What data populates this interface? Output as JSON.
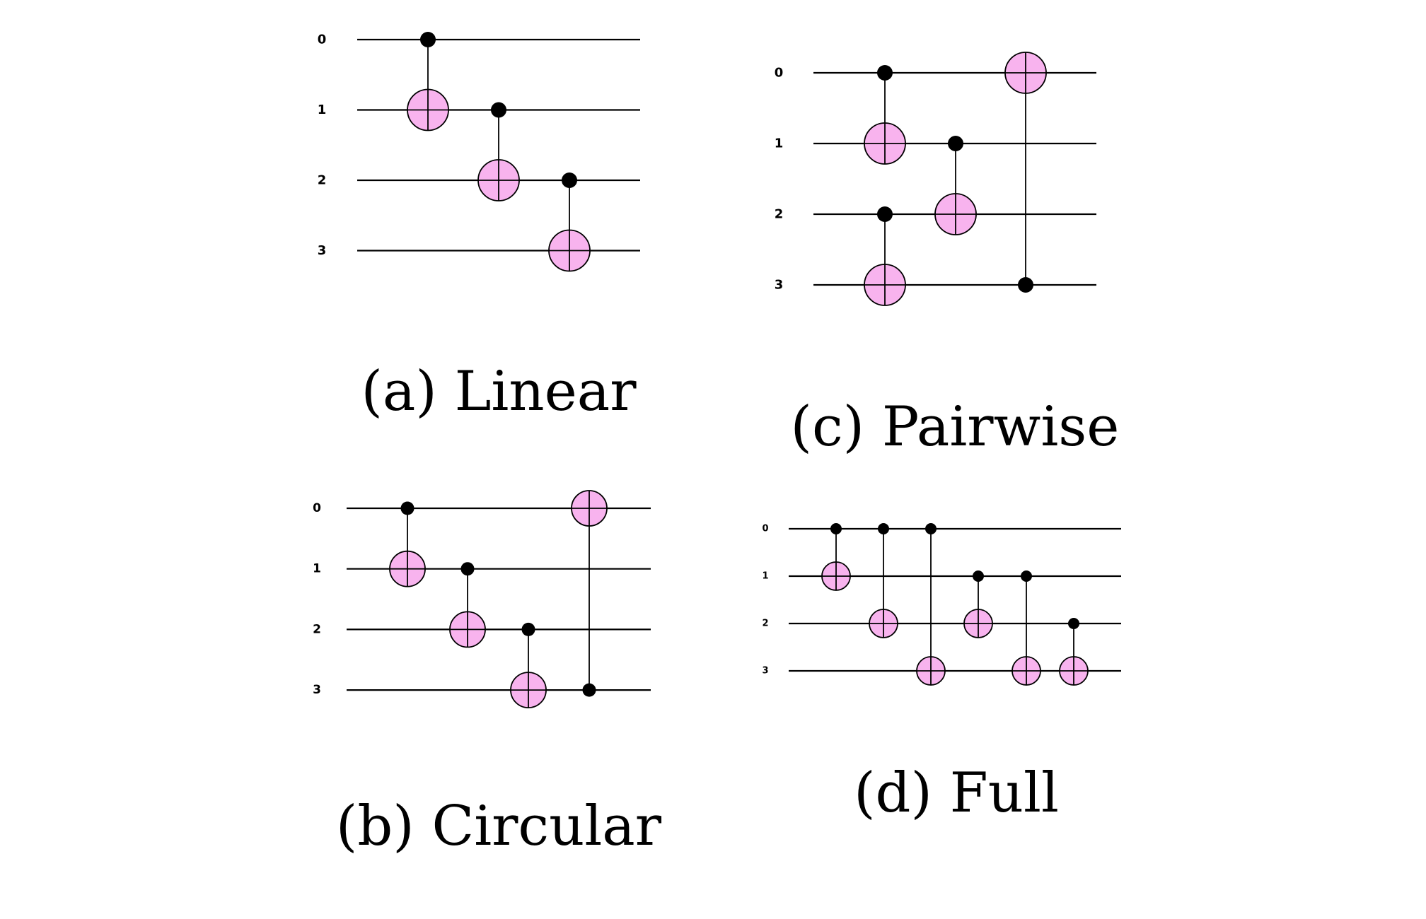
{
  "figure": {
    "target_color": "#f8b3ee",
    "panels": [
      {
        "id": "a",
        "caption": "(a) Linear",
        "qubits": [
          "0",
          "1",
          "2",
          "3"
        ],
        "gates": [
          {
            "control": 0,
            "target": 1
          },
          {
            "control": 1,
            "target": 2
          },
          {
            "control": 2,
            "target": 3
          }
        ]
      },
      {
        "id": "b",
        "caption": "(b) Circular",
        "qubits": [
          "0",
          "1",
          "2",
          "3"
        ],
        "gates": [
          {
            "control": 0,
            "target": 1
          },
          {
            "control": 1,
            "target": 2
          },
          {
            "control": 2,
            "target": 3
          },
          {
            "control": 3,
            "target": 0
          }
        ]
      },
      {
        "id": "c",
        "caption": "(c) Pairwise",
        "qubits": [
          "0",
          "1",
          "2",
          "3"
        ],
        "gates": [
          {
            "control": 0,
            "target": 1
          },
          {
            "control": 2,
            "target": 3
          },
          {
            "control": 1,
            "target": 2
          },
          {
            "control": 3,
            "target": 0
          }
        ]
      },
      {
        "id": "d",
        "caption": "(d) Full",
        "qubits": [
          "0",
          "1",
          "2",
          "3"
        ],
        "gates": [
          {
            "control": 0,
            "target": 1
          },
          {
            "control": 0,
            "target": 2
          },
          {
            "control": 0,
            "target": 3
          },
          {
            "control": 1,
            "target": 2
          },
          {
            "control": 1,
            "target": 3
          },
          {
            "control": 2,
            "target": 3
          }
        ]
      }
    ]
  }
}
